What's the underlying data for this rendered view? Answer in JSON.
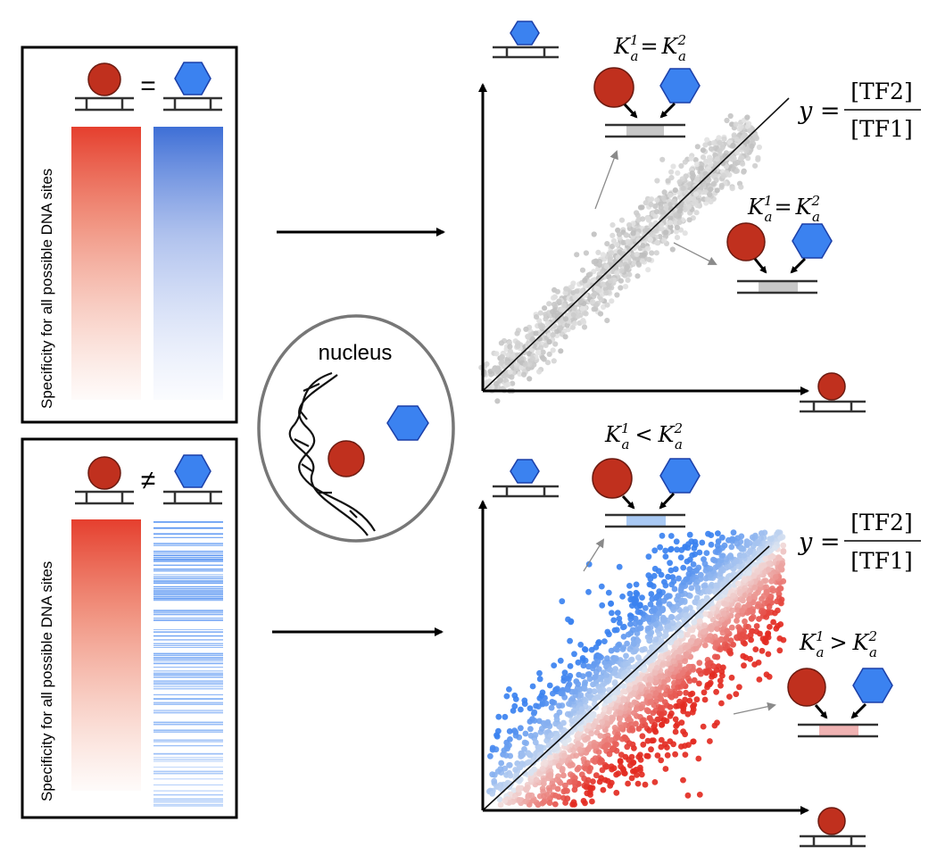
{
  "panels": [
    {
      "side_label": "Specificity for all possible DNA sites",
      "relation": "=",
      "tf1_gradient": "#e53f2e",
      "tf2_gradient": "#3e6fd6"
    },
    {
      "side_label": "Specificity for all possible DNA sites",
      "relation": "≠",
      "tf1_gradient": "#e53f2e",
      "tf2_gradient": "#3e6fd6"
    }
  ],
  "nucleus": {
    "label": "nucleus"
  },
  "equations": {
    "top": {
      "lhs": "y =",
      "num": "[TF2]",
      "den": "[TF1]"
    },
    "bottom": {
      "lhs": "y =",
      "num": "[TF2]",
      "den": "[TF1]"
    }
  },
  "annotations": {
    "top_upper": {
      "k1": "K",
      "sub1": "a",
      "sup1": "1",
      "rel": "=",
      "k2": "K",
      "sub2": "a",
      "sup2": "2"
    },
    "top_lower": {
      "k1": "K",
      "sub1": "a",
      "sup1": "1",
      "rel": "=",
      "k2": "K",
      "sub2": "a",
      "sup2": "2"
    },
    "bottom_upper": {
      "k1": "K",
      "sub1": "a",
      "sup1": "1",
      "rel": "<",
      "k2": "K",
      "sub2": "a",
      "sup2": "2"
    },
    "bottom_lower": {
      "k1": "K",
      "sub1": "a",
      "sup1": "1",
      "rel": ">",
      "k2": "K",
      "sub2": "a",
      "sup2": "2"
    }
  },
  "colors": {
    "tf1_circle": "#c0301e",
    "tf2_hexagon": "#3b82f0",
    "scatter_neutral": "#c8c8c8",
    "scatter_blue": "#3b82f0",
    "scatter_red": "#e32b22",
    "site_equal": "#c7c7c7",
    "site_tf2": "#a9c9f3",
    "site_tf1": "#f0b3b3"
  },
  "icons": [
    "tf1-circle-icon",
    "tf2-hexagon-icon",
    "dna-site-icon",
    "dna-helix-icon"
  ]
}
